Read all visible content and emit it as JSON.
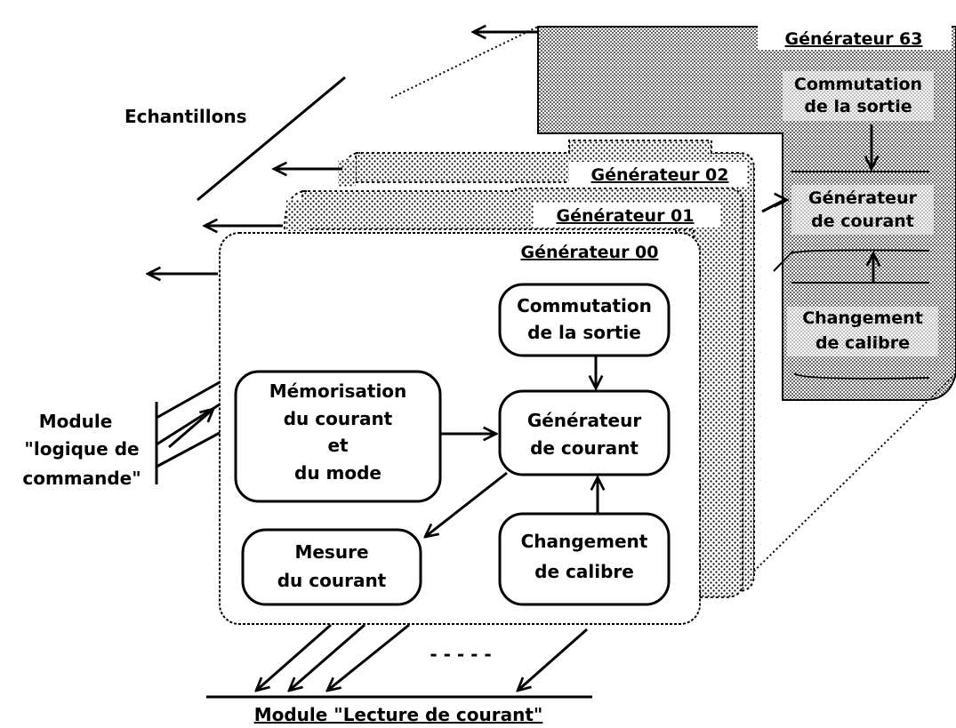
{
  "labels": {
    "echantillons": "Echantillons",
    "module_logique_line1": "Module",
    "module_logique_line2": "\"logique de",
    "module_logique_line3": "commande\"",
    "module_lecture": "Module \"Lecture de courant\"",
    "gen63_title": "Générateur 63",
    "gen02_title": "Générateur 02",
    "gen01_title": "Générateur 01",
    "gen00_title": "Générateur 00",
    "dashes": "- - - - -"
  },
  "gen63_blocks": {
    "commutation_line1": "Commutation",
    "commutation_line2": "de la sortie",
    "generateur_line1": "Générateur",
    "generateur_line2": "de courant",
    "changement_line1": "Changement",
    "changement_line2": "de calibre"
  },
  "gen00_blocks": {
    "memorisation_line1": "Mémorisation",
    "memorisation_line2": "du courant",
    "memorisation_line3": "et",
    "memorisation_line4": "du mode",
    "commutation_line1": "Commutation",
    "commutation_line2": "de la sortie",
    "generateur_line1": "Générateur",
    "generateur_line2": "de courant",
    "mesure_line1": "Mesure",
    "mesure_line2": "du courant",
    "changement_line1": "Changement",
    "changement_line2": "de calibre"
  }
}
